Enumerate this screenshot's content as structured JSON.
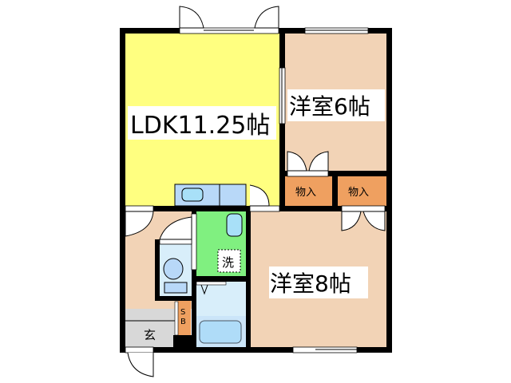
{
  "floorplan": {
    "rooms": {
      "ldk": {
        "label": "LDK11.25帖",
        "color": "#FFFF80"
      },
      "western6": {
        "label": "洋室6帖",
        "color": "#F2D3B6"
      },
      "western8": {
        "label": "洋室8帖",
        "color": "#F2D3B6"
      },
      "storage1": {
        "label": "物入",
        "color": "#EFA060"
      },
      "storage2": {
        "label": "物入",
        "color": "#EFA060"
      },
      "washroom": {
        "label": "洗",
        "color": "#80F080"
      },
      "entrance": {
        "label": "玄",
        "color": "#D8D8D8"
      },
      "shoebox": {
        "label_s": "S",
        "label_b": "B",
        "color": "#EFA060"
      },
      "hallway": {
        "color": "#F2D3B6"
      },
      "bath": {
        "color": "#D8EEFA"
      },
      "toilet": {
        "color": "#D8EEFA"
      }
    },
    "colors": {
      "wall": "#000000",
      "fixture": "#B8D8F8",
      "fixture_inner": "#A8E0F8",
      "label_bg": "#FFFFFF"
    }
  }
}
